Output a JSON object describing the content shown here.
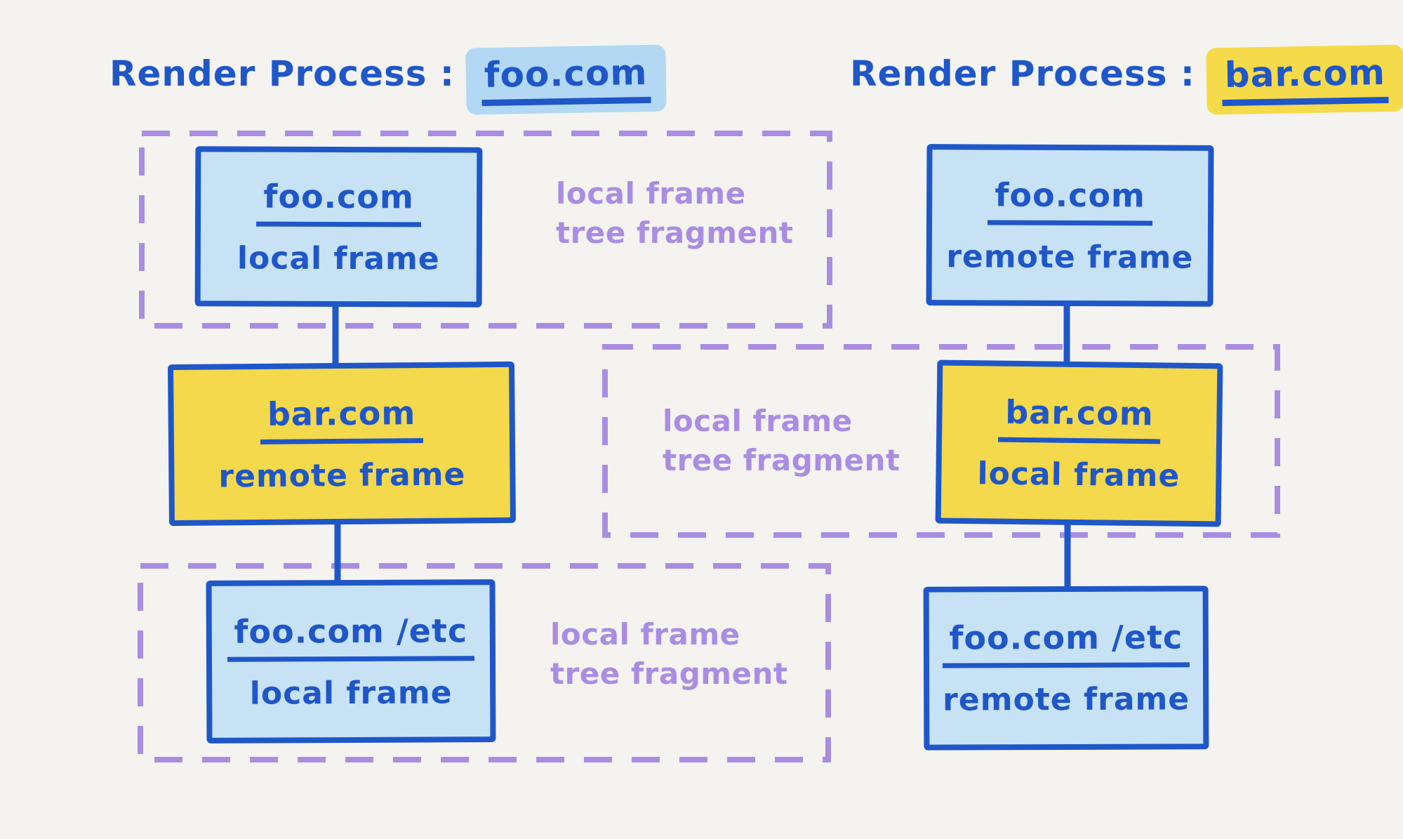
{
  "colors": {
    "background": "#f4f3f0",
    "ink_blue": "#1f56c8",
    "light_blue_fill": "#c7e2f5",
    "blue_highlight": "#b3d8f3",
    "yellow_fill": "#f3d94b",
    "yellow_highlight": "#f5da4a",
    "purple": "#a98de2"
  },
  "left_panel": {
    "title_prefix": "Render Process :",
    "title_domain": "foo.com",
    "node_top": {
      "name": "foo.com",
      "role": "local frame"
    },
    "node_middle": {
      "name": "bar.com",
      "role": "remote frame"
    },
    "node_bottom": {
      "name": "foo.com /etc",
      "role": "local frame"
    },
    "fragment_top_label": {
      "line1": "local frame",
      "line2": "tree fragment"
    },
    "fragment_bottom_label": {
      "line1": "local frame",
      "line2": "tree fragment"
    }
  },
  "right_panel": {
    "title_prefix": "Render Process :",
    "title_domain": "bar.com",
    "node_top": {
      "name": "foo.com",
      "role": "remote frame"
    },
    "node_middle": {
      "name": "bar.com",
      "role": "local frame"
    },
    "node_bottom": {
      "name": "foo.com /etc",
      "role": "remote frame"
    },
    "fragment_label": {
      "line1": "local frame",
      "line2": "tree fragment"
    }
  }
}
